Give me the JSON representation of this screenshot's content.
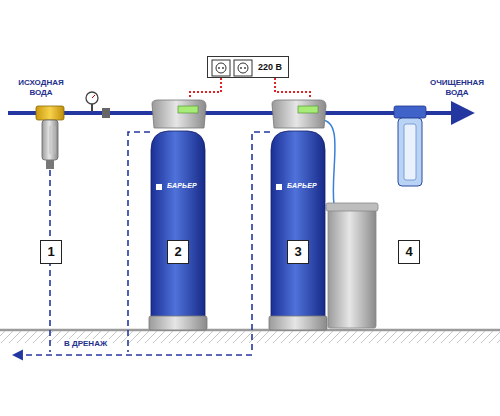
{
  "diagram": {
    "nodes": [
      {
        "text": [
          "1"
        ]
      },
      {
        "text": [
          "БАРЬЕР"
        ]
      },
      {
        "text": [
          "2"
        ],
        "in": 1
      },
      {
        "text": [
          "220 В"
        ]
      },
      {
        "text": [
          "БАРЬЕР"
        ]
      },
      {
        "text": [
          "3"
        ],
        "in": 4
      },
      {
        "text": [
          "4"
        ]
      }
    ],
    "edges": [
      {
        "from": 3,
        "to": 1,
        "arrow": "none"
      },
      {
        "from": 3,
        "to": 4,
        "arrow": "none"
      }
    ],
    "labels": [
      "ИСХОДНАЯ ВОДА",
      "ОЧИЩЕННАЯ ВОДА",
      "В ДРЕНАЖ"
    ]
  }
}
